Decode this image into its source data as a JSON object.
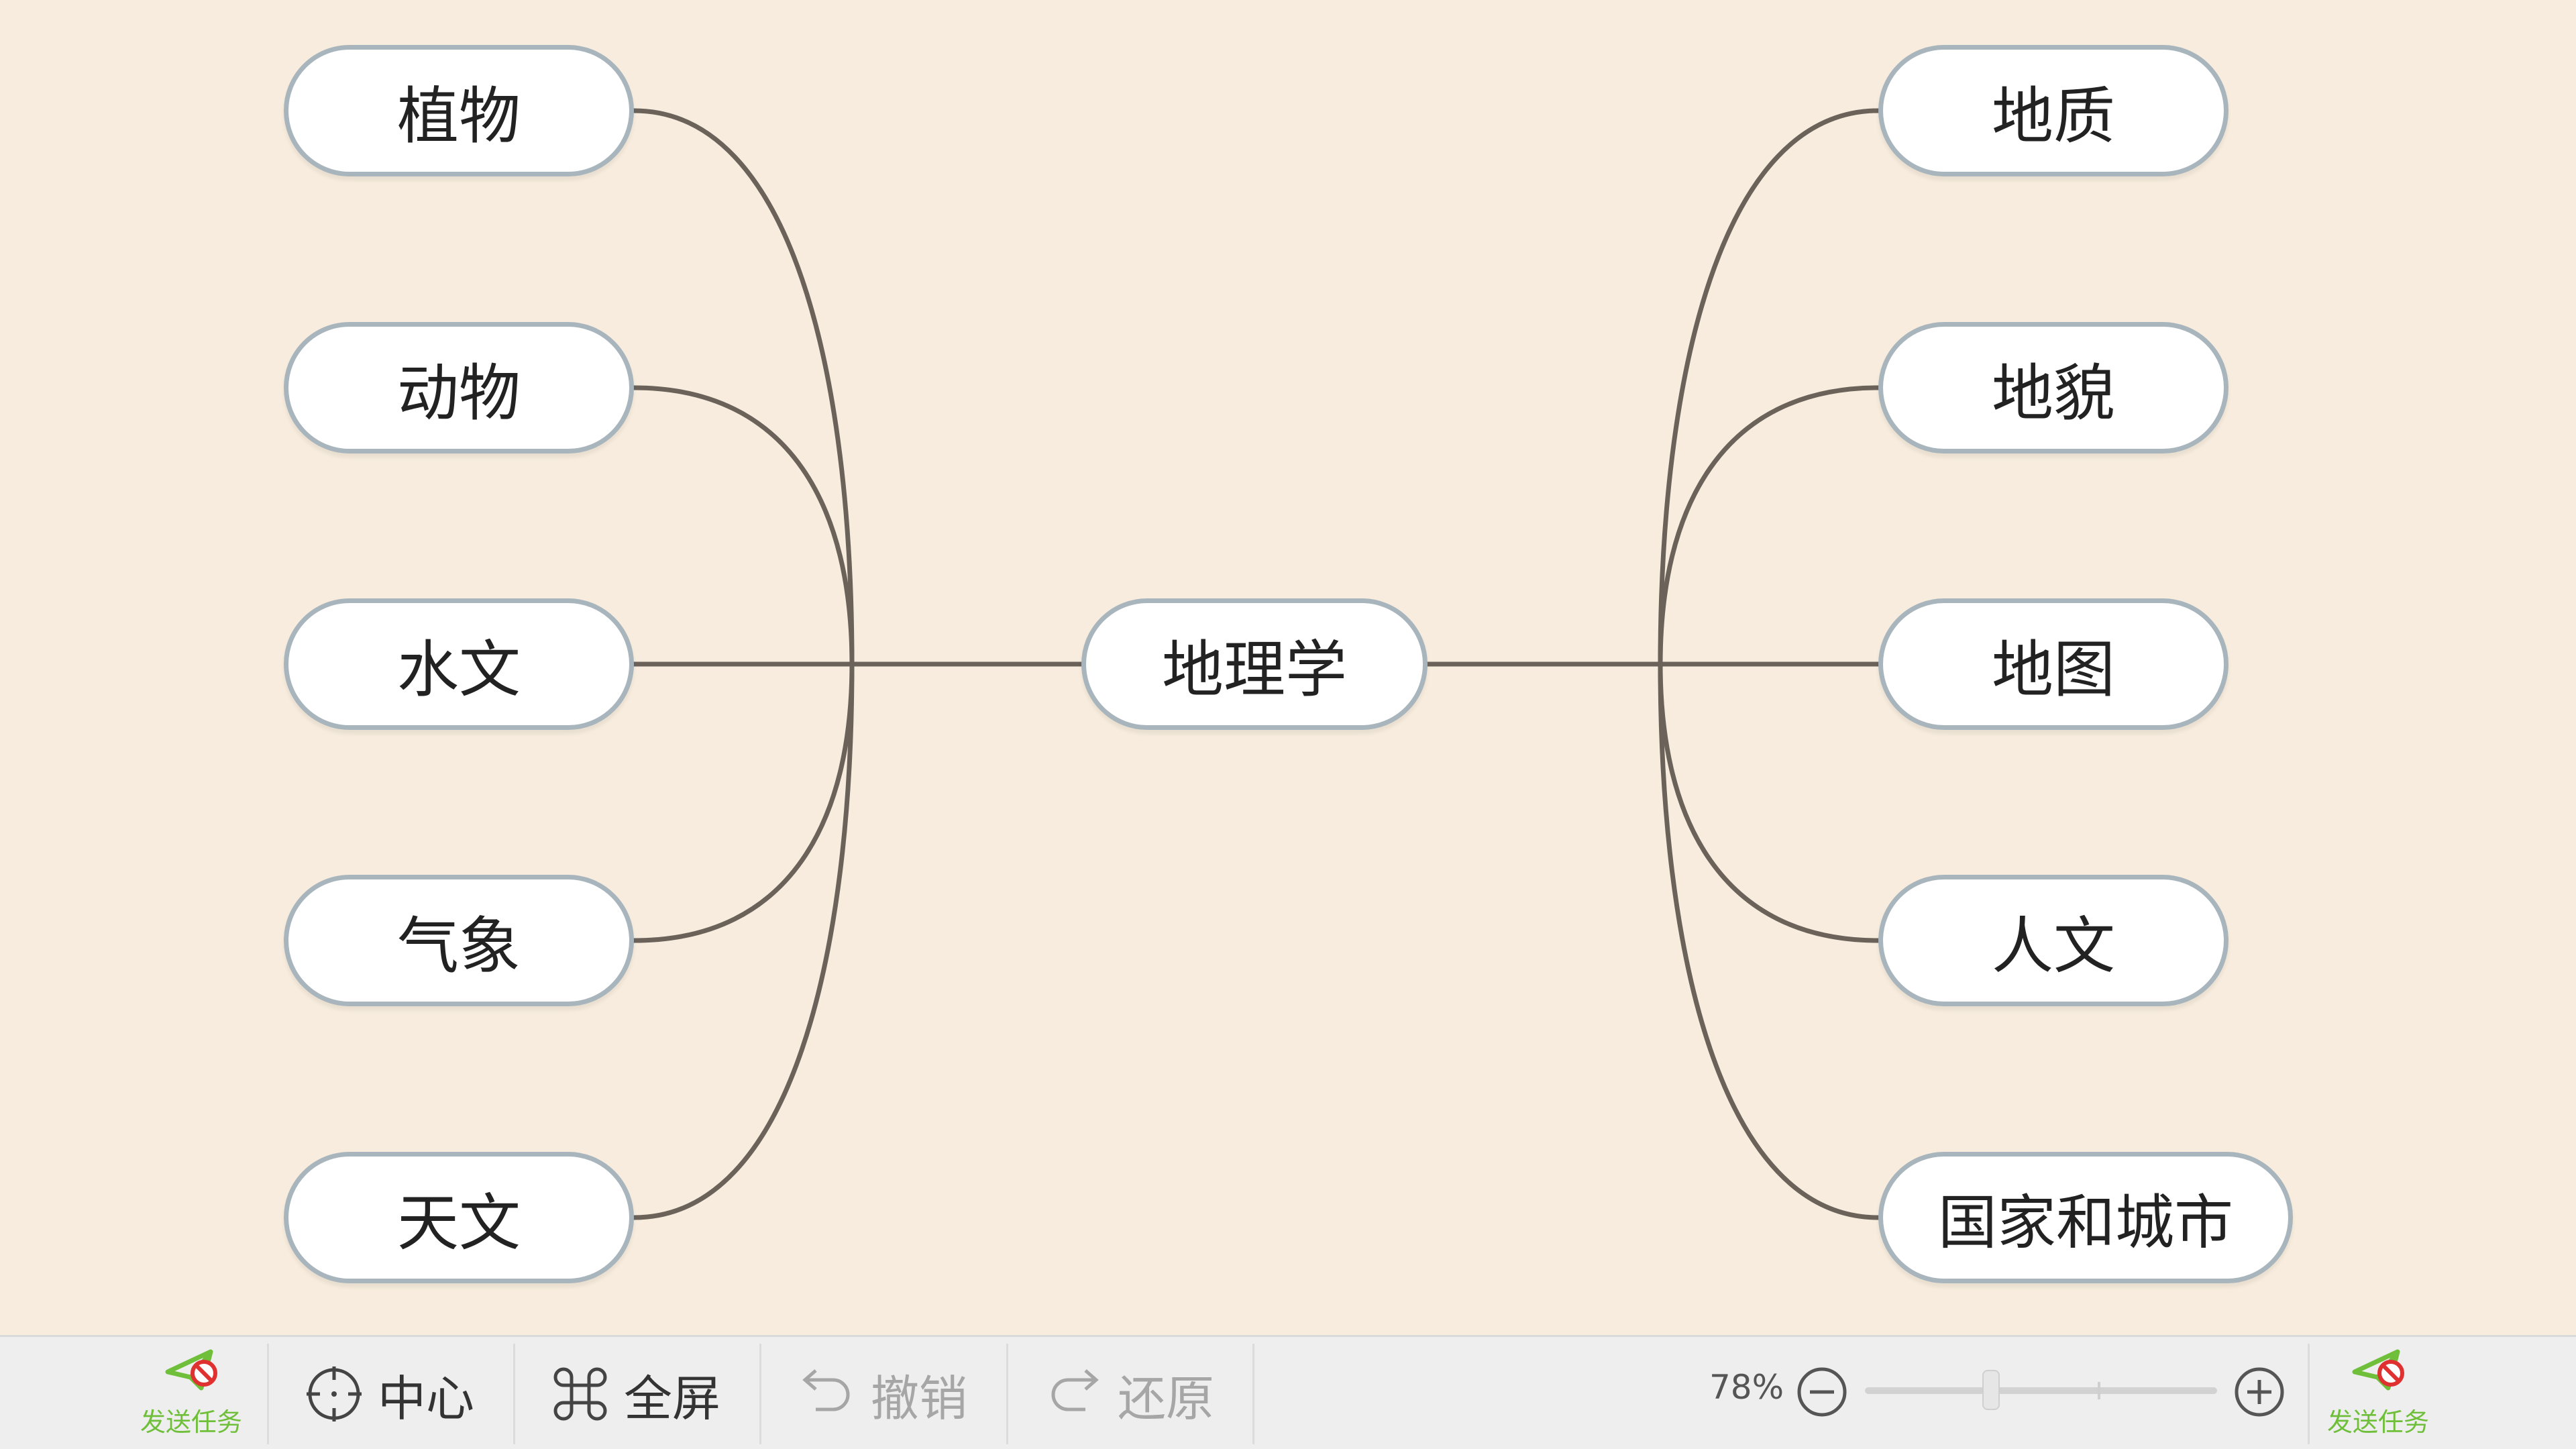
{
  "mindmap": {
    "root": "地理学",
    "left_branches": [
      "植物",
      "动物",
      "水文",
      "气象",
      "天文"
    ],
    "right_branches": [
      "地质",
      "地貌",
      "地图",
      "人文",
      "国家和城市"
    ]
  },
  "toolbar": {
    "send_task_label": "发送任务",
    "center_label": "中心",
    "fullscreen_label": "全屏",
    "undo_label": "撤销",
    "redo_label": "还原",
    "zoom_level": "78%",
    "zoom_value": 78
  },
  "colors": {
    "background": "#f7ecdd",
    "node_border": "#a8b5bd",
    "connector": "#6b625a",
    "send_task_green": "#6fbf3a",
    "send_task_red": "#e03131"
  },
  "icons": {
    "send_task": "paper-plane-forbidden-icon",
    "center": "crosshair-icon",
    "fullscreen": "command-icon",
    "undo": "undo-arrow-icon",
    "redo": "redo-arrow-icon",
    "zoom_out": "minus-circle-icon",
    "zoom_in": "plus-circle-icon"
  }
}
